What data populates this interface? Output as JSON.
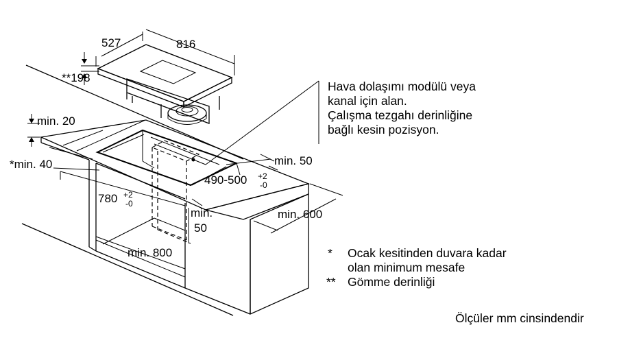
{
  "dimensions": {
    "hob_depth": "527",
    "hob_width": "816",
    "embed_depth": "**198",
    "min_20": "min. 20",
    "min_40": "*min. 40",
    "min_50_right": "min. 50",
    "cutout_range": "490-500",
    "cutout_tol_plus": "+2",
    "cutout_tol_minus": "-0",
    "cutout_depth": "780",
    "depth_tol_plus": "+2",
    "depth_tol_minus": "-0",
    "min_50_inner": "min.",
    "min_50_inner_val": "50",
    "min_600": "min. 600",
    "min_800": "min. 800"
  },
  "callout": {
    "line1": "Hava dolaşımı modülü veya",
    "line2": "kanal için alan.",
    "line3": "Çalışma tezgahı derinliğine",
    "line4": "bağlı kesin pozisyon."
  },
  "notes": {
    "star1_marker": "*",
    "star1_line1": "Ocak kesitinden duvara kadar",
    "star1_line2": "olan minimum mesafe",
    "star2_marker": "**",
    "star2_line1": "Gömme derinliği"
  },
  "footer": "Ölçüler mm cinsindendir"
}
